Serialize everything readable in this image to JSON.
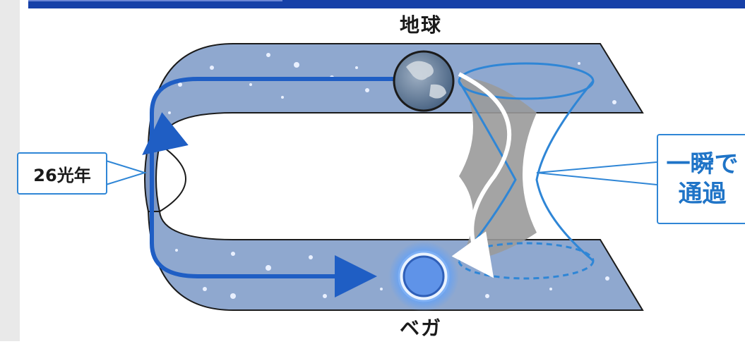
{
  "labels": {
    "earth": "地球",
    "vega": "ベガ",
    "distance": "26光年",
    "wormhole_line1": "一瞬で",
    "wormhole_line2": "通過"
  },
  "colors": {
    "band": "#8fa8cf",
    "band_edge": "#1b1b1b",
    "arrow_blue": "#1f5ec4",
    "callout_border": "#2f86d6",
    "wormhole": "#9a9a9a"
  },
  "icons": [
    "earth-globe-icon",
    "vega-star-icon"
  ]
}
